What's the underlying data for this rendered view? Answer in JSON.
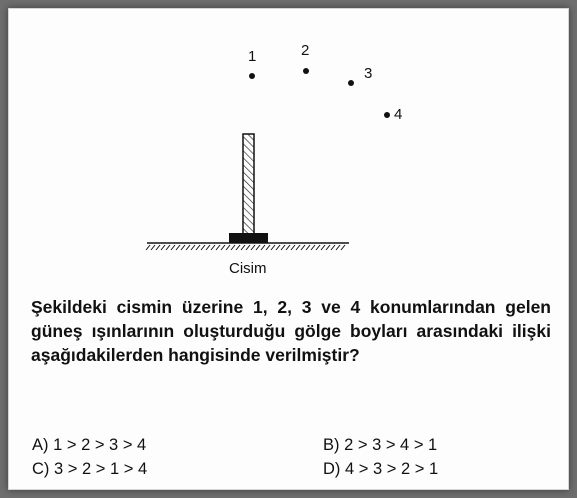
{
  "figure": {
    "points": [
      {
        "label": "1"
      },
      {
        "label": "2"
      },
      {
        "label": "3"
      },
      {
        "label": "4"
      }
    ],
    "object_label": "Cisim"
  },
  "question": {
    "text": "Şekildeki cismin üzerine 1, 2, 3 ve 4 konumlarından gelen güneş ışınlarının oluşturduğu gölge boyları arasındaki ilişki aşağıdakilerden hangisinde verilmiştir?"
  },
  "options": [
    {
      "letter": "A)",
      "text": "1 > 2 > 3 > 4"
    },
    {
      "letter": "B)",
      "text": "2 > 3 > 4 > 1"
    },
    {
      "letter": "C)",
      "text": "3 > 2 > 1 > 4"
    },
    {
      "letter": "D)",
      "text": "4 > 3 > 2 > 1"
    }
  ],
  "colors": {
    "ink": "#111111",
    "paper": "#fdfdfd",
    "backdrop": "#6e6e6e"
  }
}
